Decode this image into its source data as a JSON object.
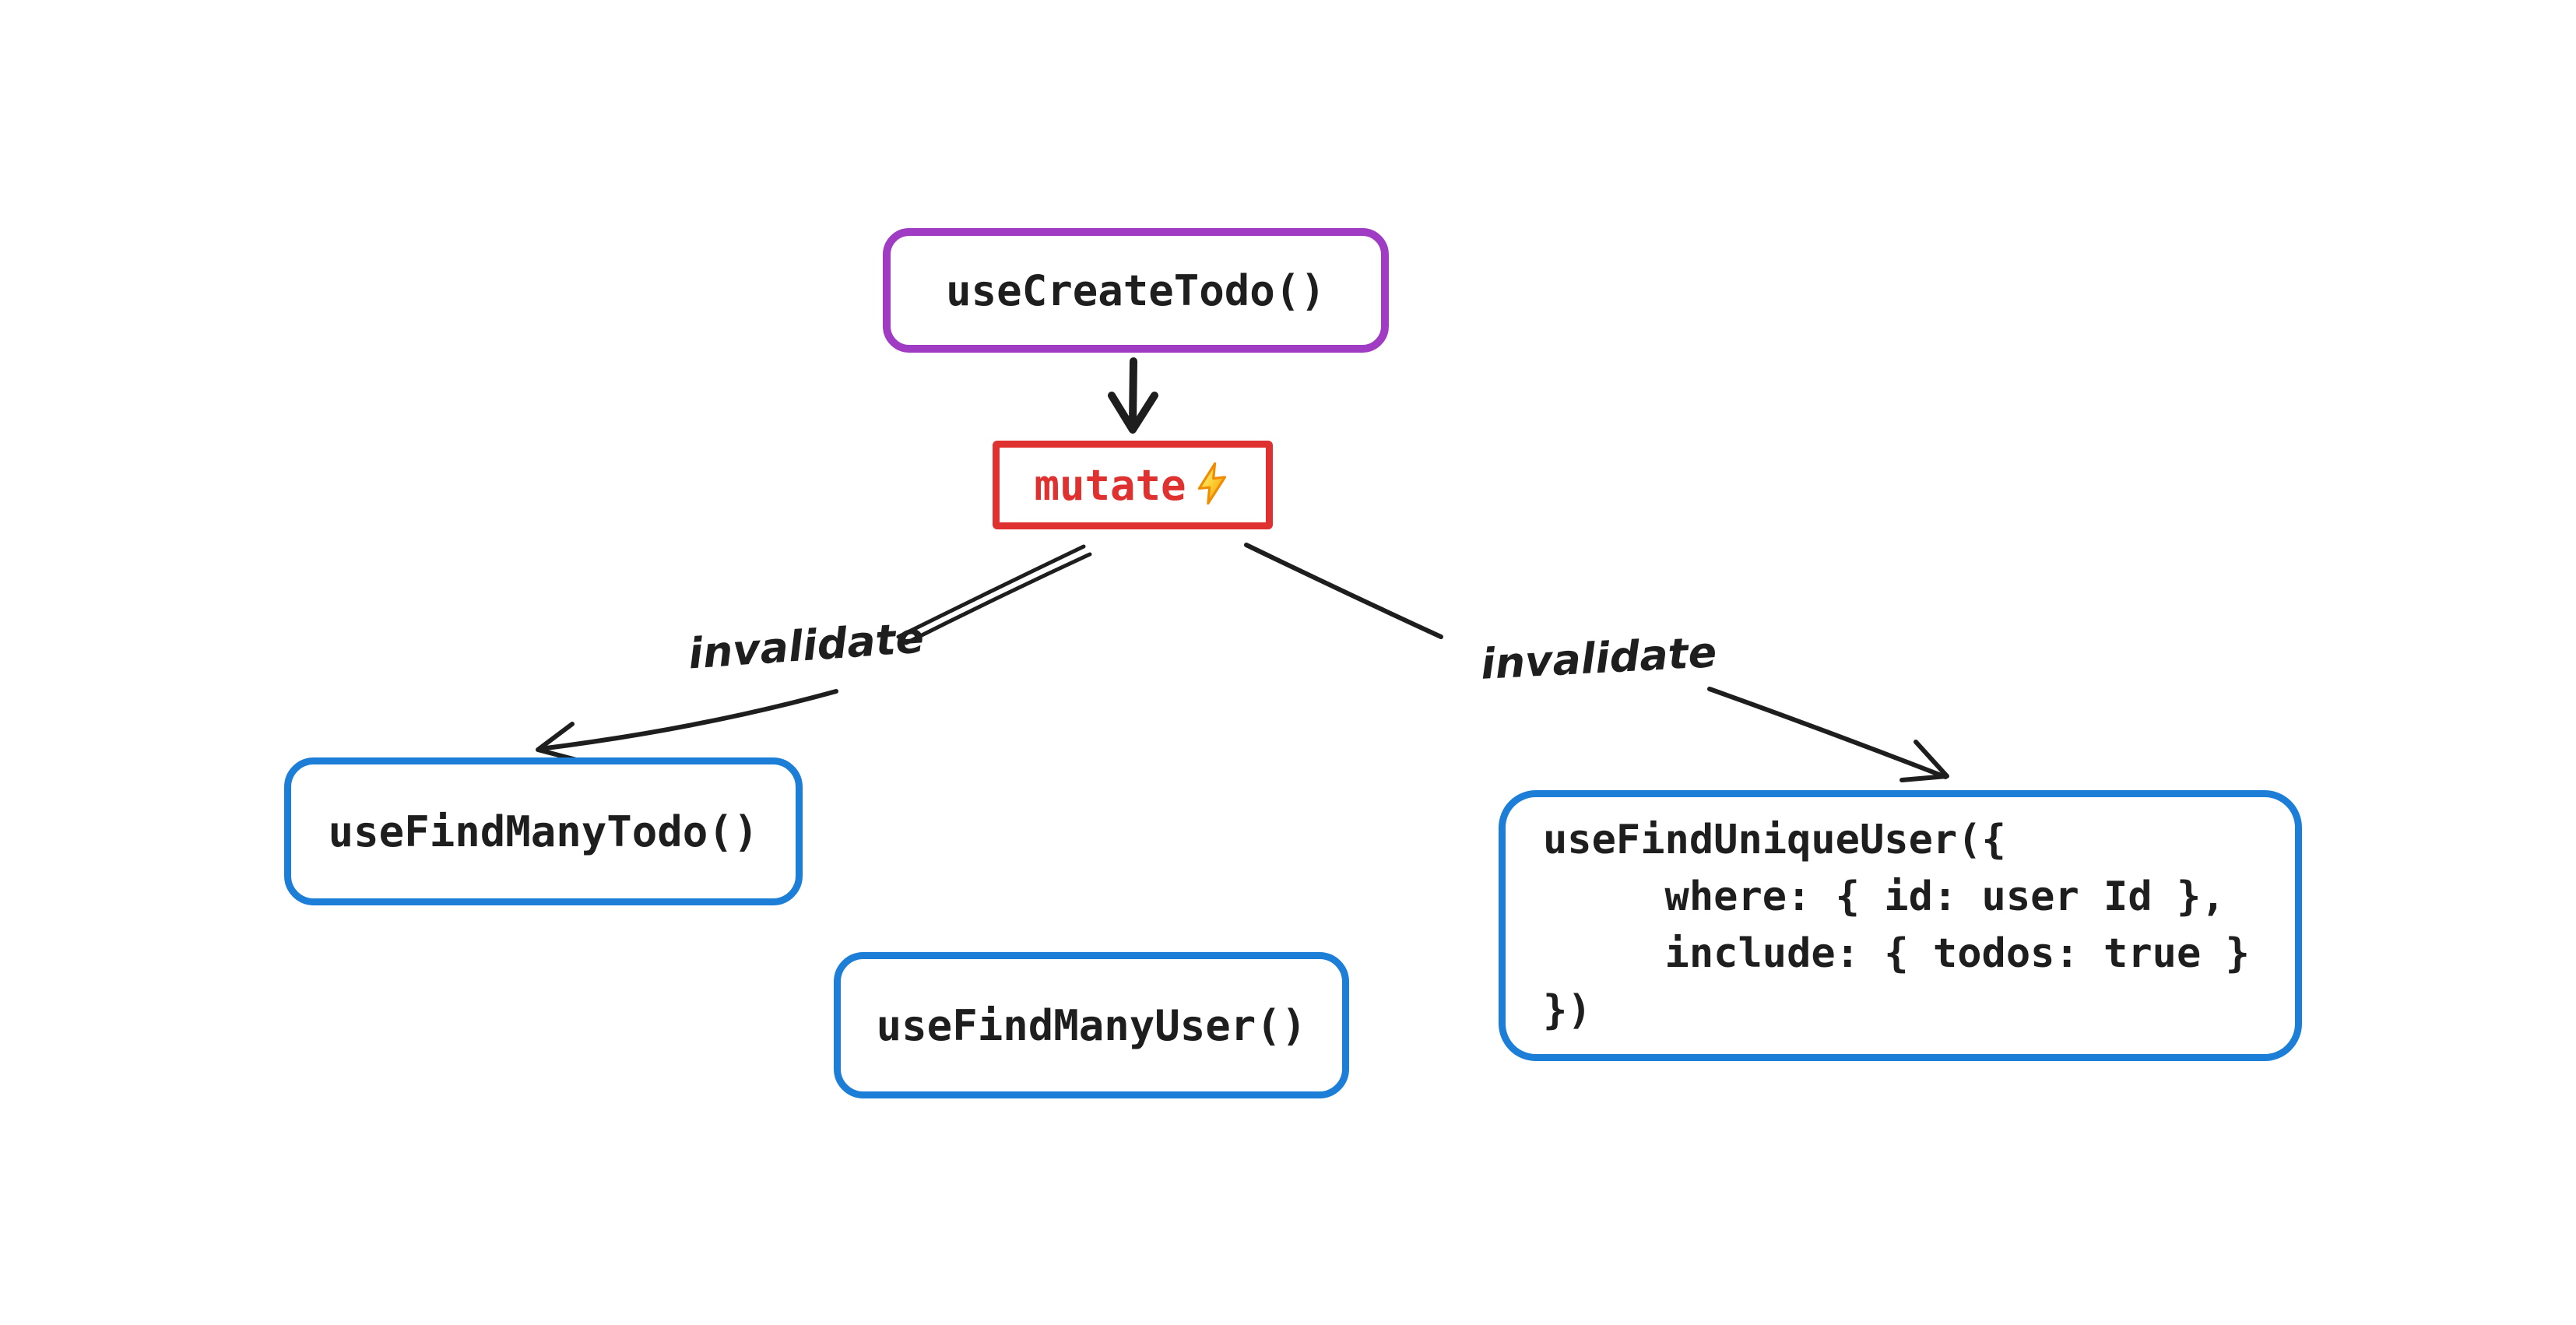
{
  "diagram": {
    "nodes": {
      "create_todo": {
        "label": "useCreateTodo()"
      },
      "mutate": {
        "label": "mutate",
        "icon": "lightning-bolt-icon"
      },
      "find_many_todo": {
        "label": "useFindManyTodo()"
      },
      "find_many_user": {
        "label": "useFindManyUser()"
      },
      "find_unique_user": {
        "line1": "useFindUniqueUser({",
        "line2": "     where: { id: user Id },",
        "line3": "     include: { todos: true }",
        "line4": "})"
      }
    },
    "edges": {
      "left_invalidate_label": "invalidate",
      "right_invalidate_label": "invalidate"
    }
  },
  "colors": {
    "background": "#ffffff",
    "ink": "#1e1e1e",
    "purple": "#a03bc4",
    "red": "#e03131",
    "blue": "#1c7ed6",
    "bolt_yellow": "#ffd43b",
    "bolt_light": "#fff3bf",
    "bolt_orange": "#f08c00"
  }
}
